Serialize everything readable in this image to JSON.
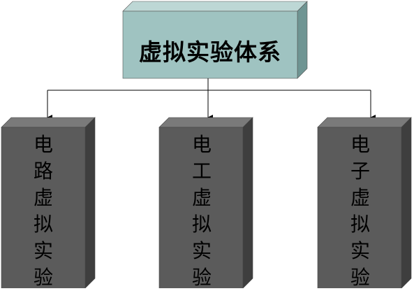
{
  "root": {
    "label": "虚拟实验体系"
  },
  "children": [
    {
      "label": "电路虚拟实验"
    },
    {
      "label": "电工虚拟实验"
    },
    {
      "label": "电子虚拟实验"
    }
  ],
  "colors": {
    "root_front": "#9fc3c1",
    "root_top": "#bdd7d5",
    "root_side": "#6f9593",
    "child_front": "#5b5b5b",
    "child_top": "#7a7a7a",
    "child_side": "#3e3e3e",
    "connector": "#000000"
  }
}
